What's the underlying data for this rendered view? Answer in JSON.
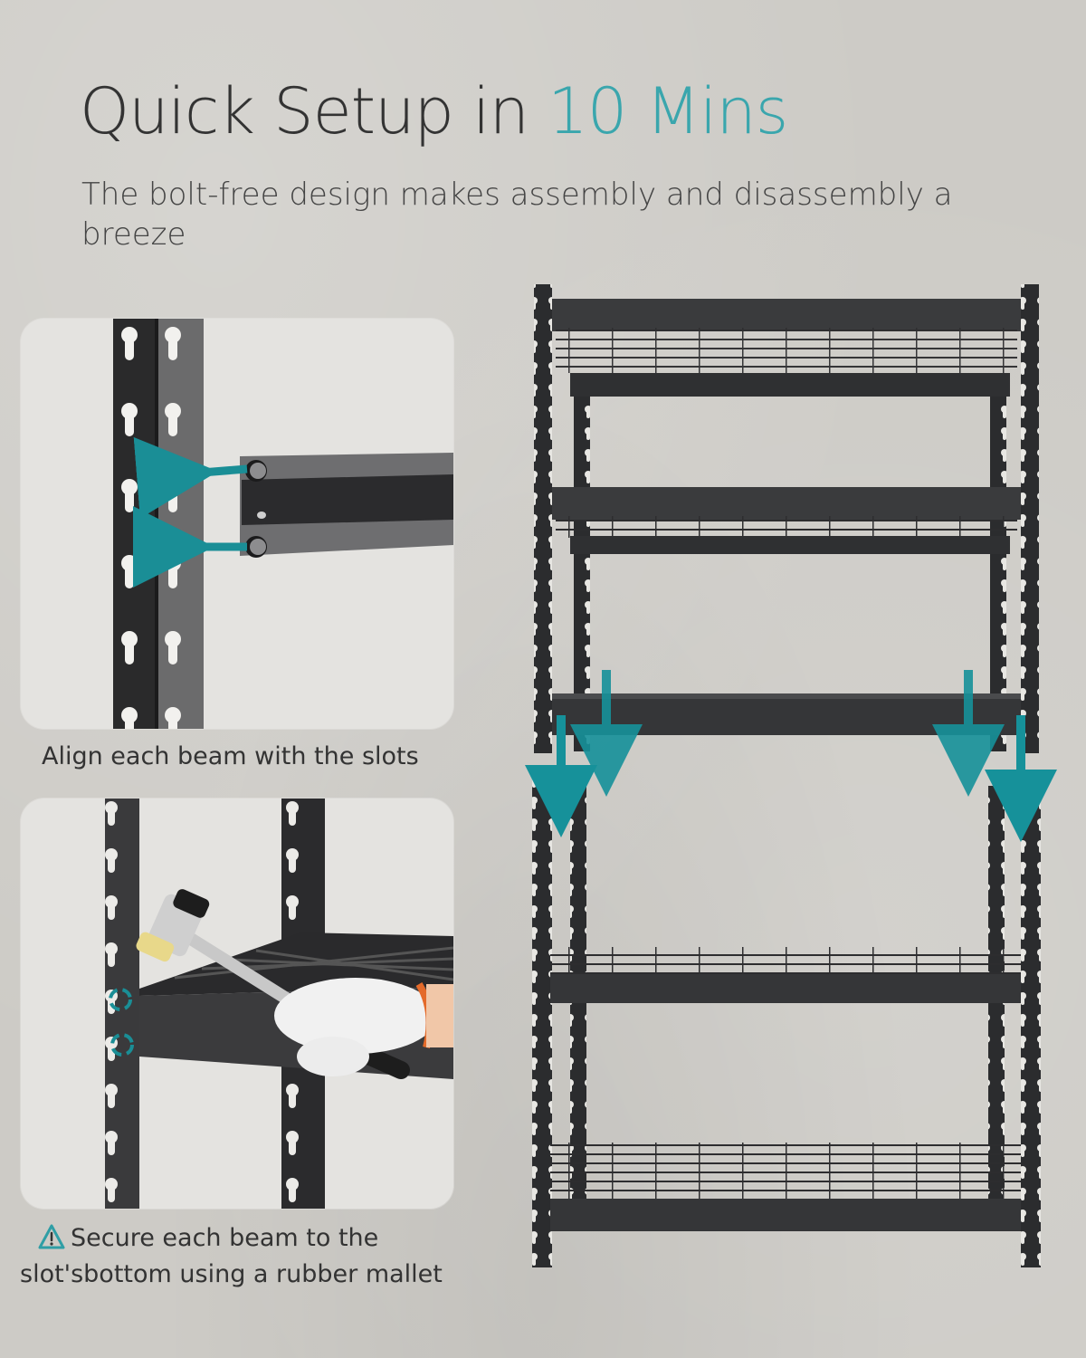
{
  "headline": {
    "prefix": "Quick Setup in ",
    "accent": "10 Mins"
  },
  "subhead": "The bolt-free design makes assembly and disassembly a breeze",
  "steps": [
    {
      "caption": "Align each beam with the slots",
      "image": "upright-slots-with-beam-rivets-and-arrows"
    },
    {
      "caption": "Secure each beam to the slot'sbottom using a rubber mallet",
      "icon": "warning-icon",
      "image": "gloved-hand-tapping-shelf-with-rubber-mallet"
    }
  ],
  "product": {
    "image": "five-tier-black-steel-shelving-unit",
    "tiers": 5,
    "wire_deck_tiers": [
      1,
      2,
      4,
      5
    ],
    "exploded_tier": 3
  },
  "colors": {
    "accent": "#3aa6ad",
    "arrow": "#1a8e96",
    "text": "#333333",
    "background": "#cdcbc6",
    "panel": "#e4e3e0",
    "steel": "#2b2c2e"
  }
}
